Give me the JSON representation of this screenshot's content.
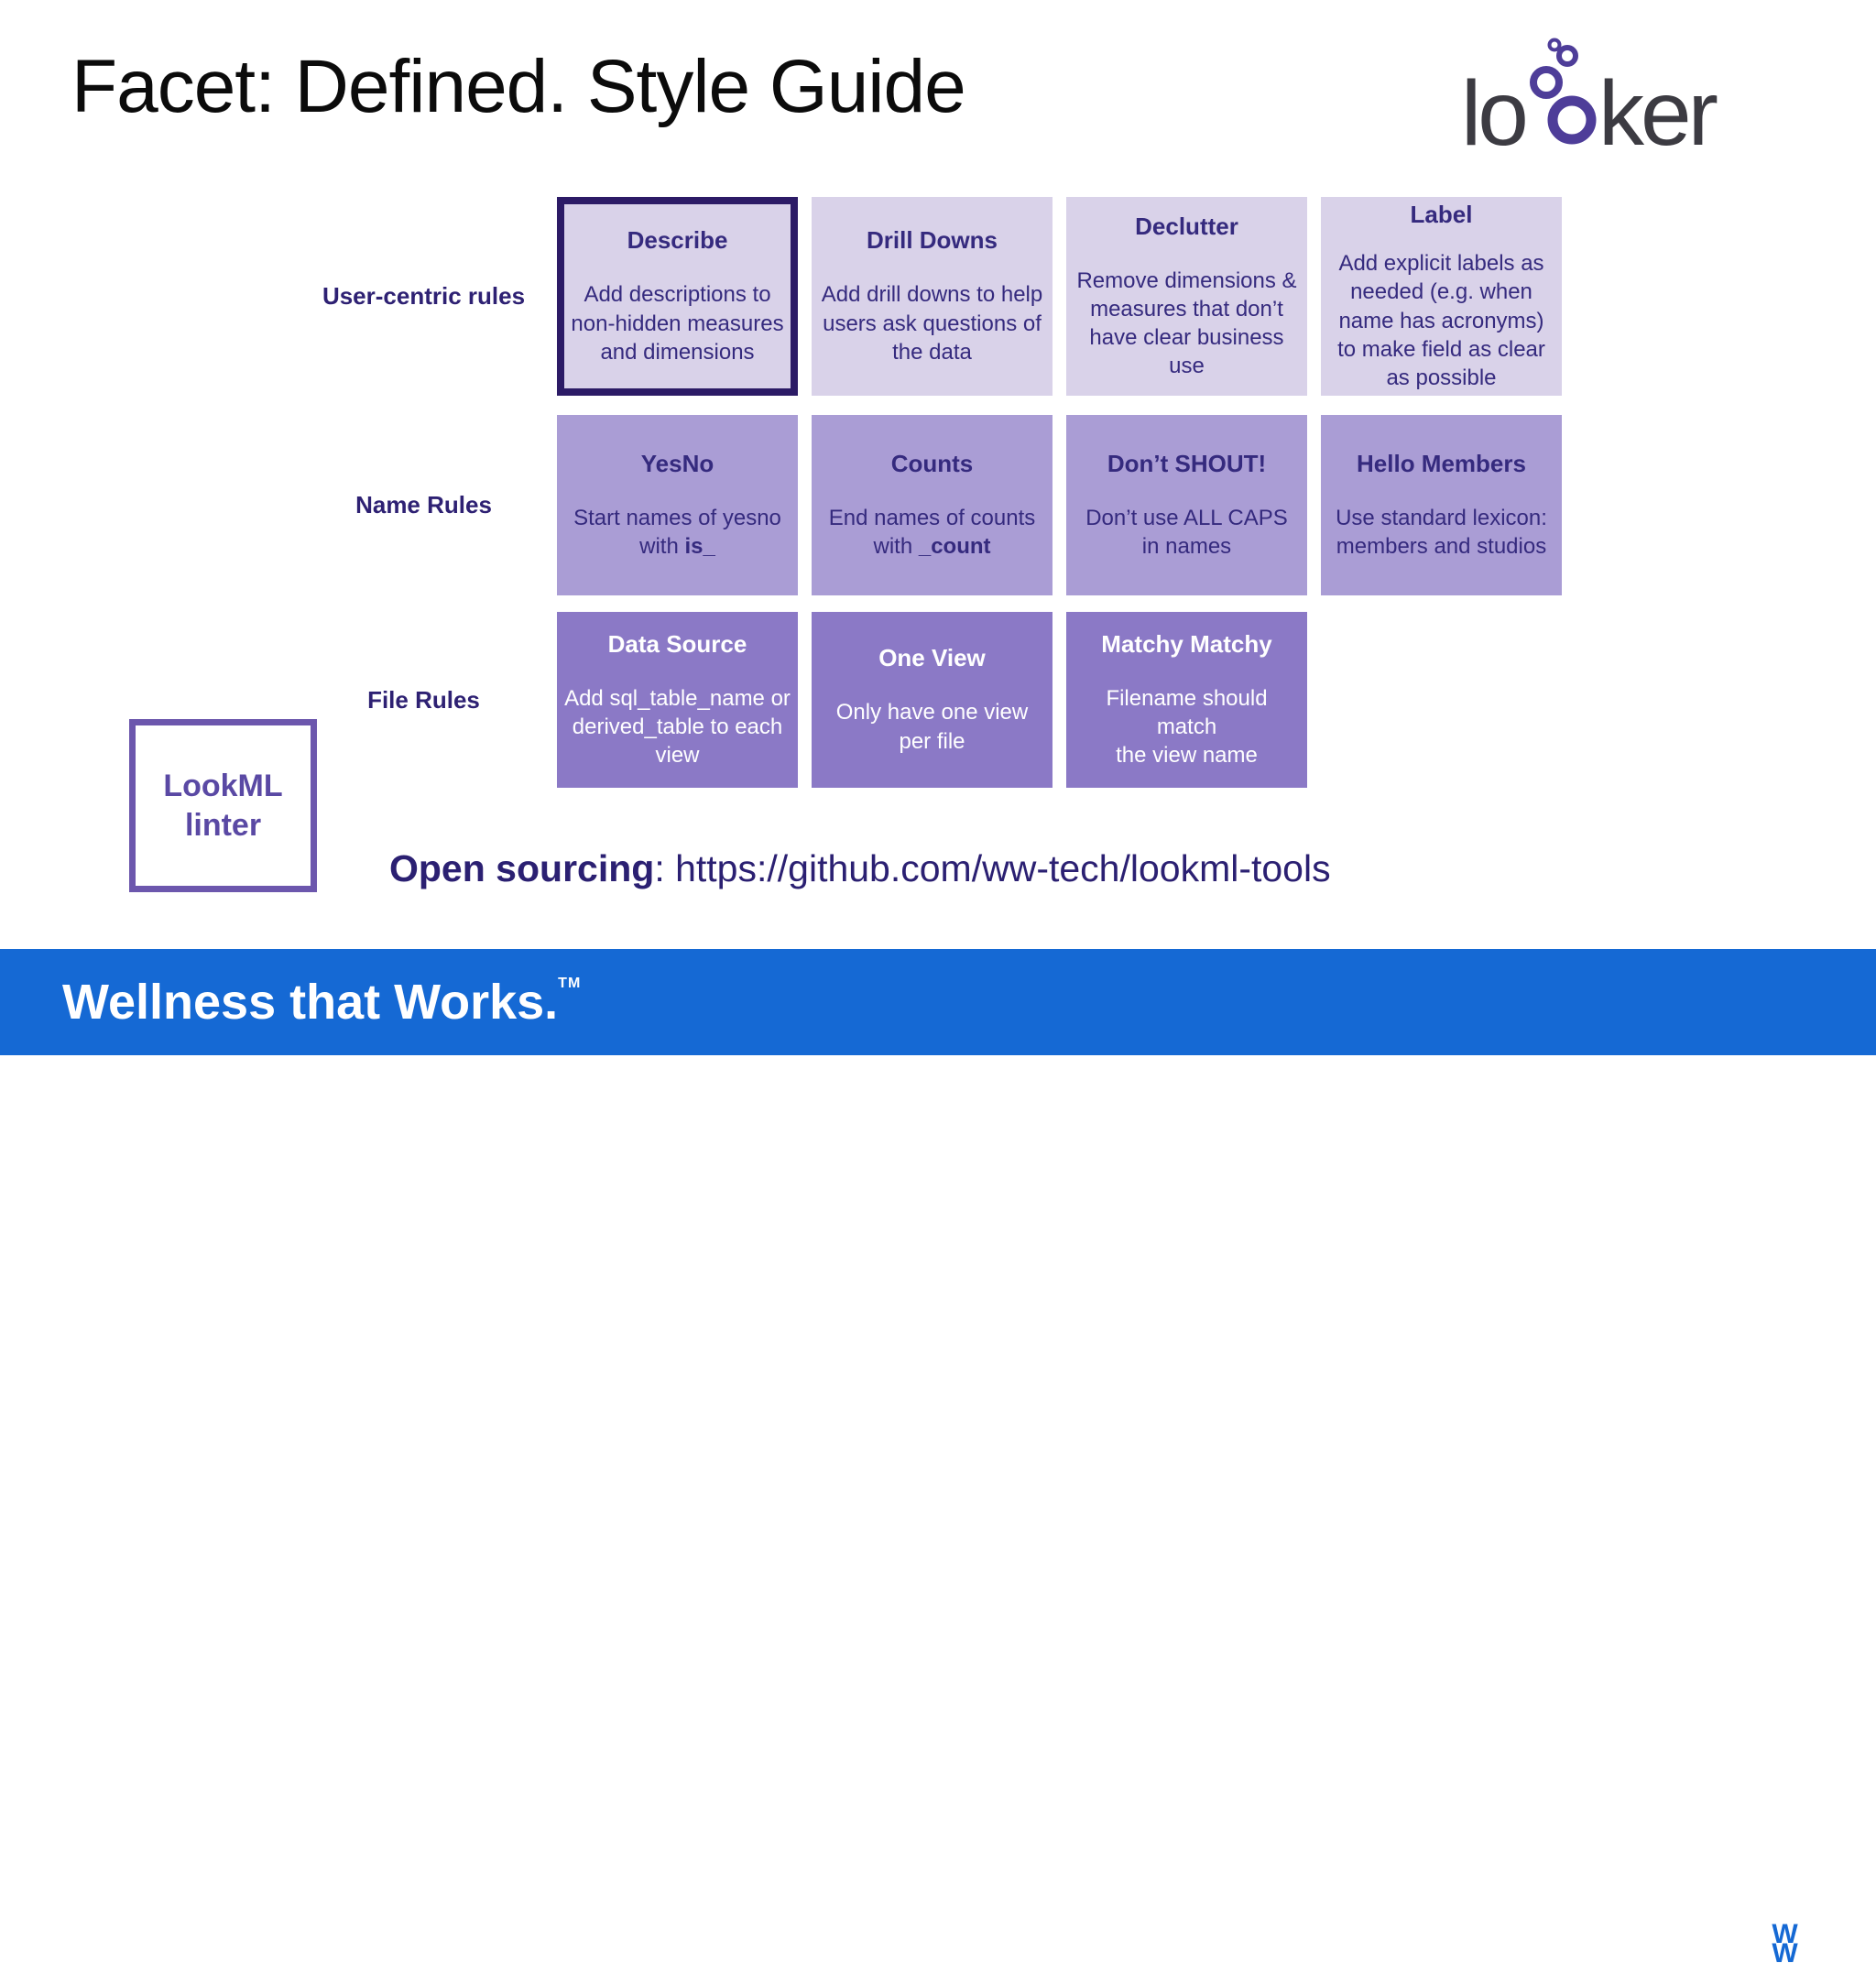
{
  "slide": {
    "title": "Facet: Defined. Style Guide"
  },
  "logos": {
    "looker": {
      "part1": "lo",
      "part2": "ker",
      "text_color": "#3c3b42",
      "bubble_color": "#4e3d99"
    },
    "ww": {
      "letter_top": "W",
      "letter_bottom": "W"
    }
  },
  "grid": {
    "rows": [
      {
        "label": "User-centric rules",
        "cards": [
          {
            "title": "Describe",
            "body": "Add descriptions to\nnon-hidden measures\nand dimensions",
            "highlighted": true
          },
          {
            "title": "Drill Downs",
            "body": "Add drill downs to help\nusers ask questions of\nthe data"
          },
          {
            "title": "Declutter",
            "body": "Remove dimensions &\nmeasures that don’t\nhave clear business\nuse"
          },
          {
            "title": "Label",
            "body": "Add explicit labels as\nneeded (e.g. when\nname has acronyms)\nto make field as clear\nas possible"
          }
        ]
      },
      {
        "label": "Name Rules",
        "cards": [
          {
            "title": "YesNo",
            "body": "Start names of yesno\nwith ",
            "body_bold": "is_"
          },
          {
            "title": "Counts",
            "body": "End names of counts\nwith ",
            "body_bold": "_count"
          },
          {
            "title": "Don’t SHOUT!",
            "body": "Don’t use ALL CAPS\nin names"
          },
          {
            "title": "Hello Members",
            "body": "Use standard lexicon:\nmembers and studios"
          }
        ]
      },
      {
        "label": "File Rules",
        "cards": [
          {
            "title": "Data Source",
            "body": "Add sql_table_name or\nderived_table to each\nview"
          },
          {
            "title": "One View",
            "body": "Only have one view\nper file"
          },
          {
            "title": "Matchy Matchy",
            "body": "Filename should\nmatch\nthe view name"
          }
        ]
      }
    ]
  },
  "linter_box": {
    "text": "LookML\nlinter"
  },
  "open_sourcing": {
    "bold": "Open sourcing",
    "rest": ": https://github.com/ww-tech/lookml-tools"
  },
  "footer": {
    "tagline": "Wellness that Works.",
    "tm": "TM"
  },
  "colors": {
    "row1_card_bg": "#d9d2e9",
    "row2_card_bg": "#aa9dd5",
    "row3_card_bg": "#8b79c6",
    "highlight_border": "#2c1b66",
    "card_text": "#352a7e",
    "footer_bg": "#1569d4",
    "linter_border": "#6c57ad"
  }
}
